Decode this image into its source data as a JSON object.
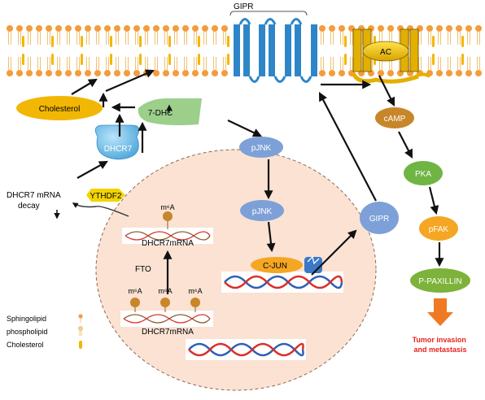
{
  "membrane": {
    "receptor_label": "GIPR",
    "enzyme_label": "AC"
  },
  "cytoplasm": {
    "cholesterol": "Cholesterol",
    "seven_dhc": "7-DHC",
    "dhcr7": "DHCR7",
    "pjnk": "pJNK",
    "ythdf2": "YTHDF2",
    "dhcr7_mrna_decay": "DHCR7 mRNA decay",
    "gipr": "GIPR"
  },
  "nucleus": {
    "pjnk": "pJNK",
    "c_jun": "C-JUN",
    "dhcr7mrna_top": "DHCR7mRNA",
    "dhcr7mrna_bottom": "DHCR7mRNA",
    "m6a": "m⁶A",
    "fto": "FTO"
  },
  "pathway": {
    "camp": "cAMP",
    "pka": "PKA",
    "pfak": "pFAK",
    "p_paxillin": "P-PAXILLIN",
    "outcome": "Tumor invasion and metastasis"
  },
  "legend": {
    "items": [
      {
        "label": "Sphingolipid"
      },
      {
        "label": "phospholipid"
      },
      {
        "label": "Cholesterol"
      }
    ]
  },
  "colors": {
    "lipid_head": "#F39C3C",
    "cholesterol": "#F2B705",
    "receptor": "#2E86C8",
    "ellipse_green": "#8BC34A",
    "ellipse_blue": "#7EA0D8",
    "ellipse_brown": "#C8862A",
    "ellipse_orange": "#F5A623",
    "nucleus_fill": "#FBE2D2",
    "outcome_text": "#E8231C",
    "outcome_arrow": "#F07A24"
  }
}
